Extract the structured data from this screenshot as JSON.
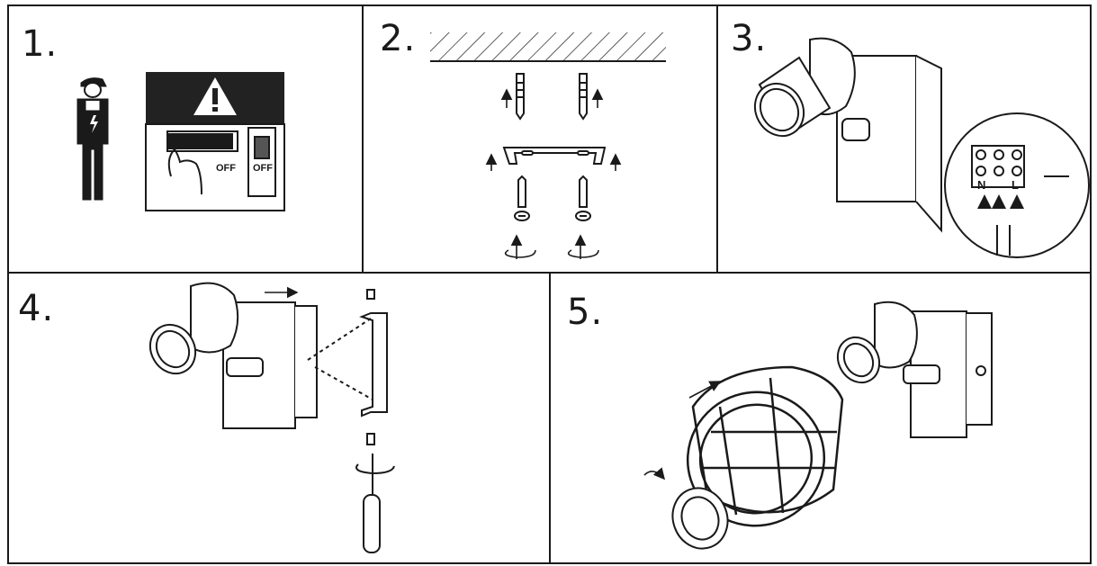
{
  "steps": [
    {
      "number": "1."
    },
    {
      "number": "2."
    },
    {
      "number": "3."
    },
    {
      "number": "4."
    },
    {
      "number": "5."
    }
  ],
  "step1": {
    "off_label_1": "OFF",
    "off_label_2": "OFF"
  },
  "step3": {
    "terminal_n": "N",
    "terminal_l": "L"
  },
  "colors": {
    "line": "#1a1a1a",
    "background": "#ffffff",
    "warning_panel": "#222222"
  },
  "icons": [
    "electrician-icon",
    "warning-icon",
    "switch-icon",
    "screw-icon",
    "wall-plug-icon",
    "screwdriver-icon",
    "rotate-arrow-icon",
    "arrow-icon"
  ]
}
